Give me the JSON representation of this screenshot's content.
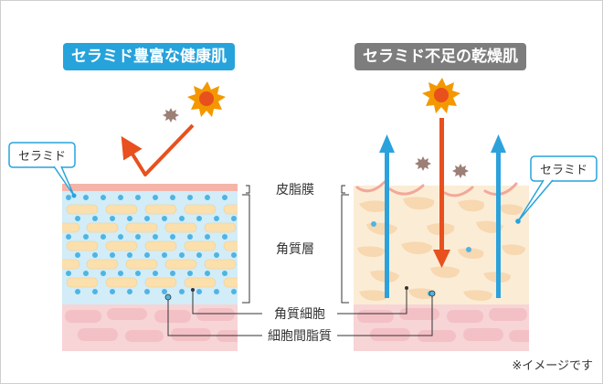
{
  "left_panel": {
    "title": "セラミド豊富な健康肌",
    "title_color": "#27a3dc",
    "callout": "セラミド"
  },
  "right_panel": {
    "title": "セラミド不足の乾燥肌",
    "title_color": "#7d7d7d",
    "callout": "セラミド"
  },
  "layer_labels": {
    "sebum_membrane": "皮脂膜",
    "stratum_corneum": "角質層",
    "corneocyte": "角質細胞",
    "intercellular_lipid": "細胞間脂質"
  },
  "note": "※イメージです",
  "colors": {
    "sun": "#f39800",
    "reflect_arrow": "#e8501e",
    "moisture_arrow": "#2ca2dc",
    "sebum": "#f5b4a8",
    "healthy_horny_layer": "#d2ecf8",
    "dry_horny_layer": "#fbecd6",
    "cell": "#fbe0ad",
    "lower_layer": "#f7d4d6"
  }
}
